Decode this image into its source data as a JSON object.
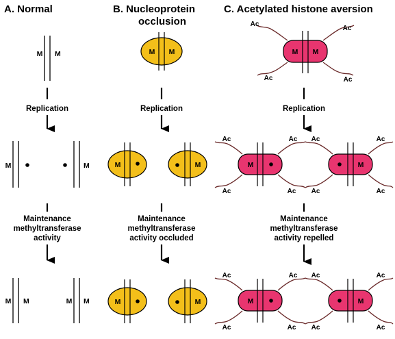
{
  "colors": {
    "nucleoprotein": "#f3bf1a",
    "histone": "#e8356f",
    "tail": "#6a2a2a",
    "line": "#000000"
  },
  "columns": {
    "a": {
      "header": "A.   Normal"
    },
    "b": {
      "header_line1": "B.  Nucleoprotein",
      "header_line2": "occlusion"
    },
    "c": {
      "header": "C.   Acetylated histone aversion"
    }
  },
  "steps": {
    "replication": "Replication",
    "a": [
      "Maintenance",
      "methyltransferase",
      "activity"
    ],
    "b": [
      "Maintenance",
      "methyltransferase",
      "activity occluded"
    ],
    "c": [
      "Maintenance",
      "methyltransferase",
      "activity repelled"
    ]
  },
  "marks": {
    "methyl": "M",
    "acetyl": "Ac"
  }
}
